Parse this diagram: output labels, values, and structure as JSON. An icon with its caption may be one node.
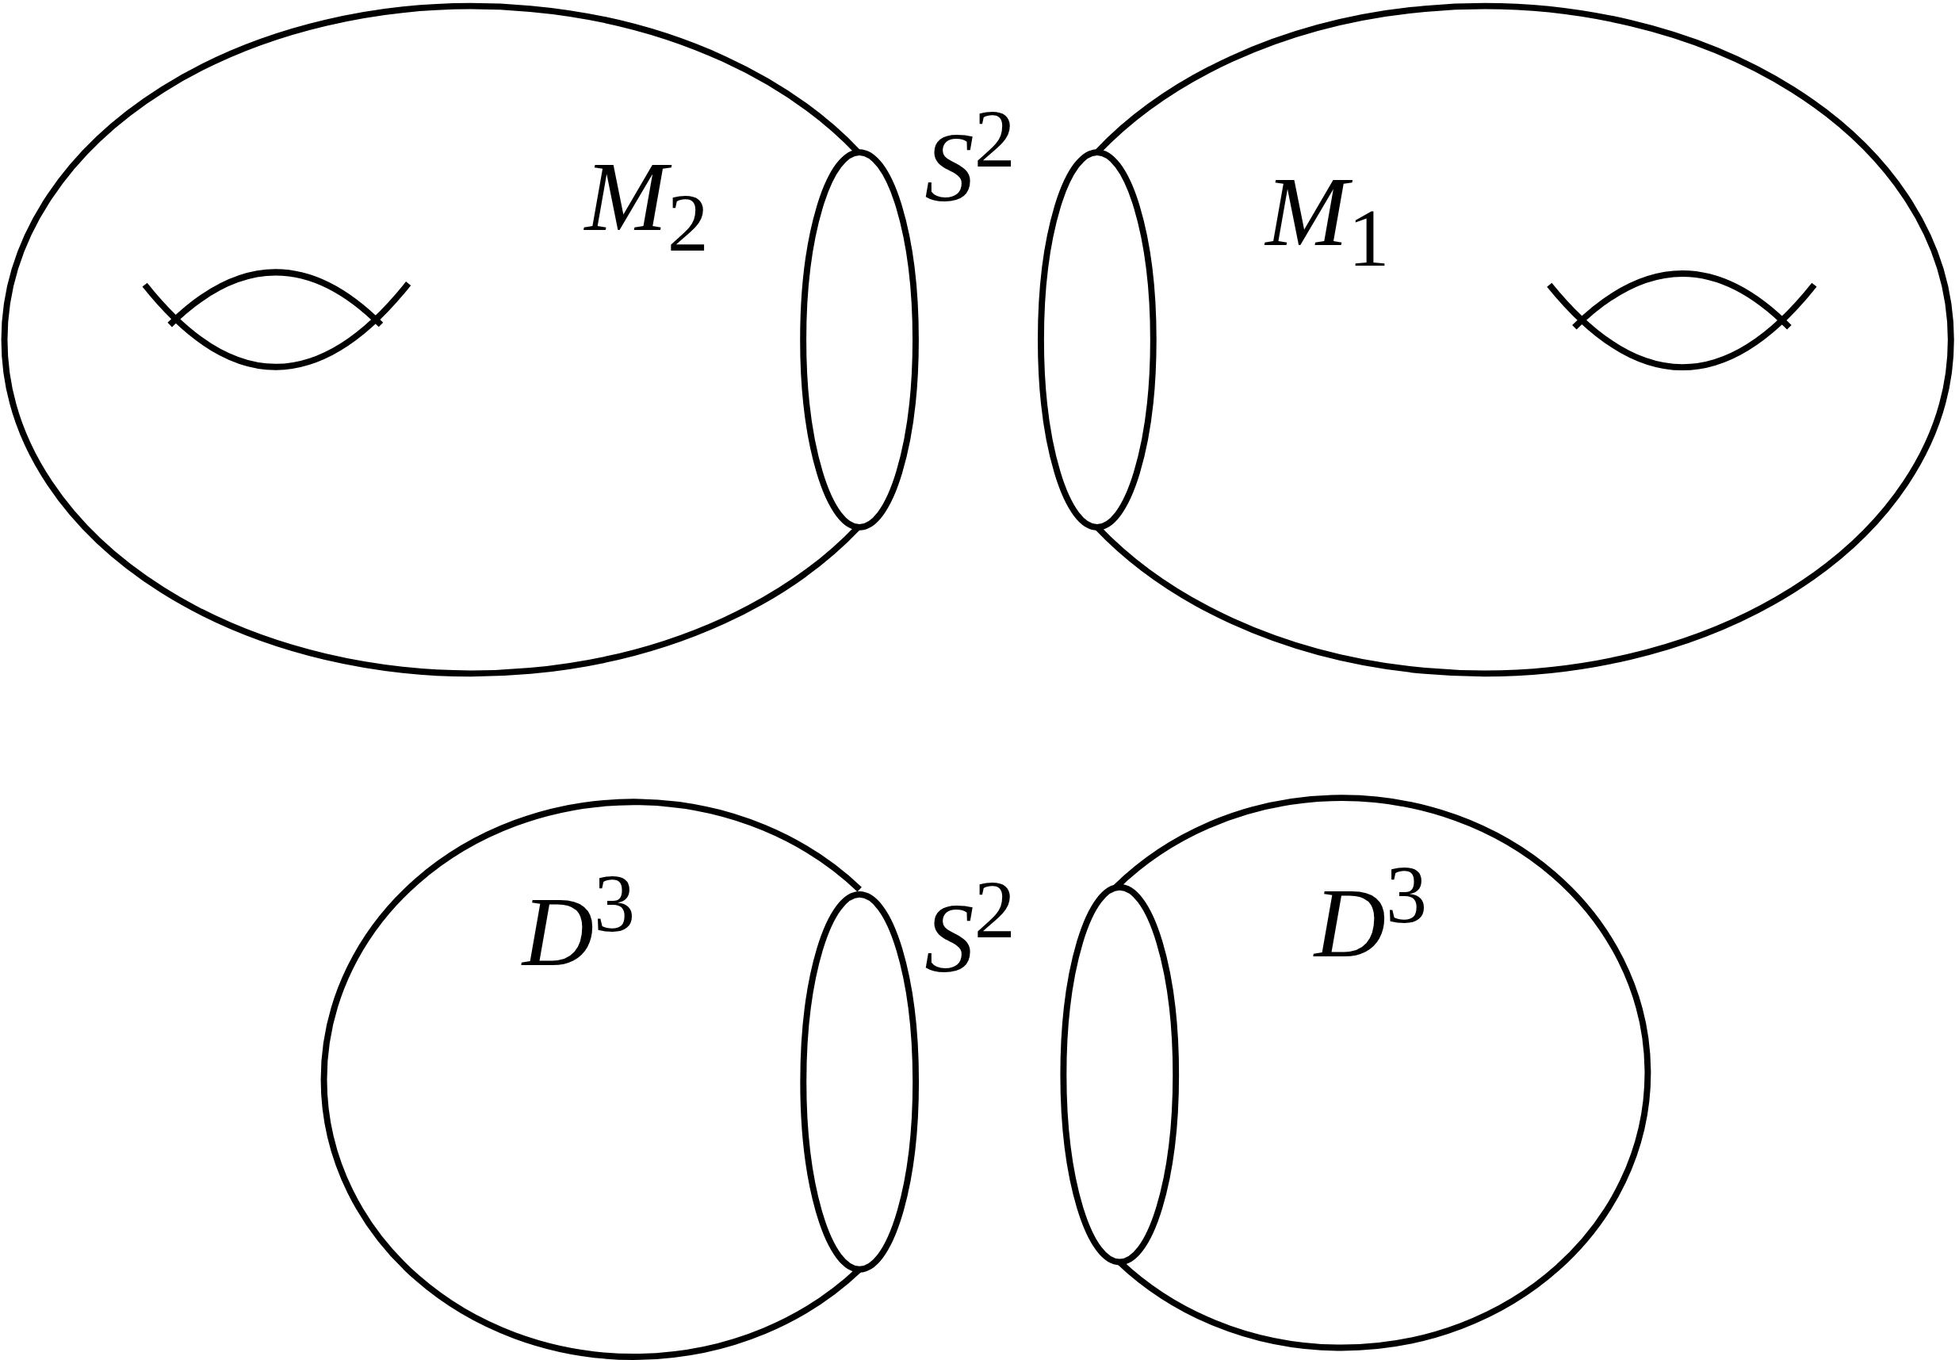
{
  "diagram": {
    "nodes": [
      {
        "text": [
          "*M*$_{2}$"
        ]
      },
      {
        "text": [
          "*M*$_{1}$"
        ]
      },
      {
        "text": [
          "*D*$^{3}$"
        ]
      },
      {
        "text": [
          "*D*$^{3}$"
        ]
      }
    ],
    "labels": [
      "*S*$^{2}$",
      "*S*$^{2}$"
    ]
  }
}
